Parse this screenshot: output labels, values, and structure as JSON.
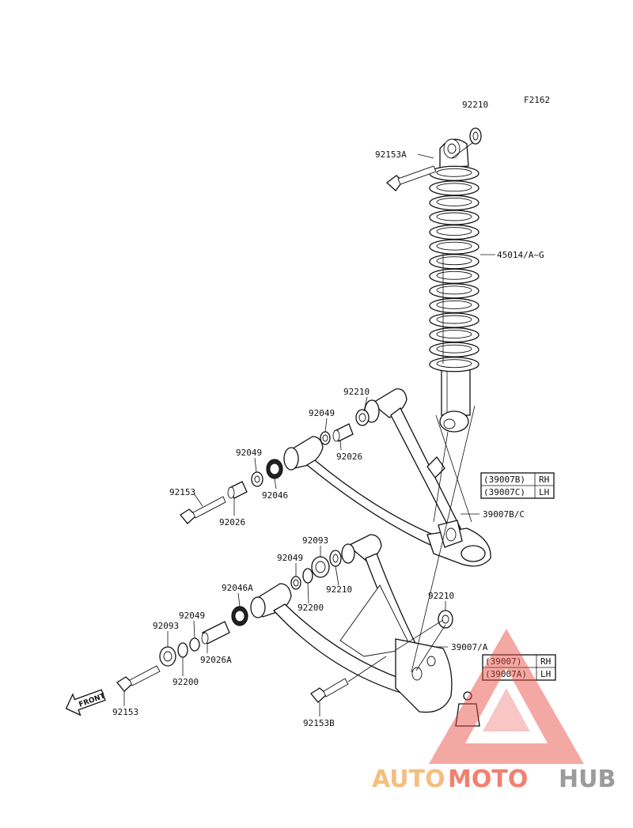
{
  "figure_code": "F2162",
  "labels": {
    "shock_top_collar": "92210",
    "shock_bolt": "92153A",
    "shock_assy": "45014/A~G",
    "upper_collar": "92210",
    "upper_seal_r": "92049",
    "upper_bushing_r": "92026",
    "upper_seal_l": "92049",
    "upper_bearing": "92046",
    "upper_bolt": "92153",
    "upper_bushing_l": "92026",
    "upper_arm": "39007B/C",
    "lower_cap_r": "92093",
    "lower_seal_r": "92049",
    "lower_collar_r": "92210",
    "lower_bearing": "92046A",
    "lower_washer_r": "92200",
    "lower_seal_l": "92049",
    "lower_cap_l": "92093",
    "lower_collar_shock": "92210",
    "lower_arm": "39007/A",
    "lower_bushing_l": "92026A",
    "lower_washer_l": "92200",
    "lower_bolt": "92153",
    "shock_lower_bolt": "92153B"
  },
  "tables": {
    "upper": [
      {
        "part": "(39007B)",
        "side": "RH"
      },
      {
        "part": "(39007C)",
        "side": "LH"
      }
    ],
    "lower": [
      {
        "part": "(39007)",
        "side": "RH"
      },
      {
        "part": "(39007A)",
        "side": "LH"
      }
    ]
  },
  "front_arrow": "FRONT",
  "watermark": {
    "word1": "AUTO",
    "word2": "MOTO",
    "word3": "HUB",
    "colors": {
      "auto": "#f2b36a",
      "moto": "#ef6b57",
      "hub": "#8a8a8a",
      "triangle": "#e8453c"
    }
  }
}
